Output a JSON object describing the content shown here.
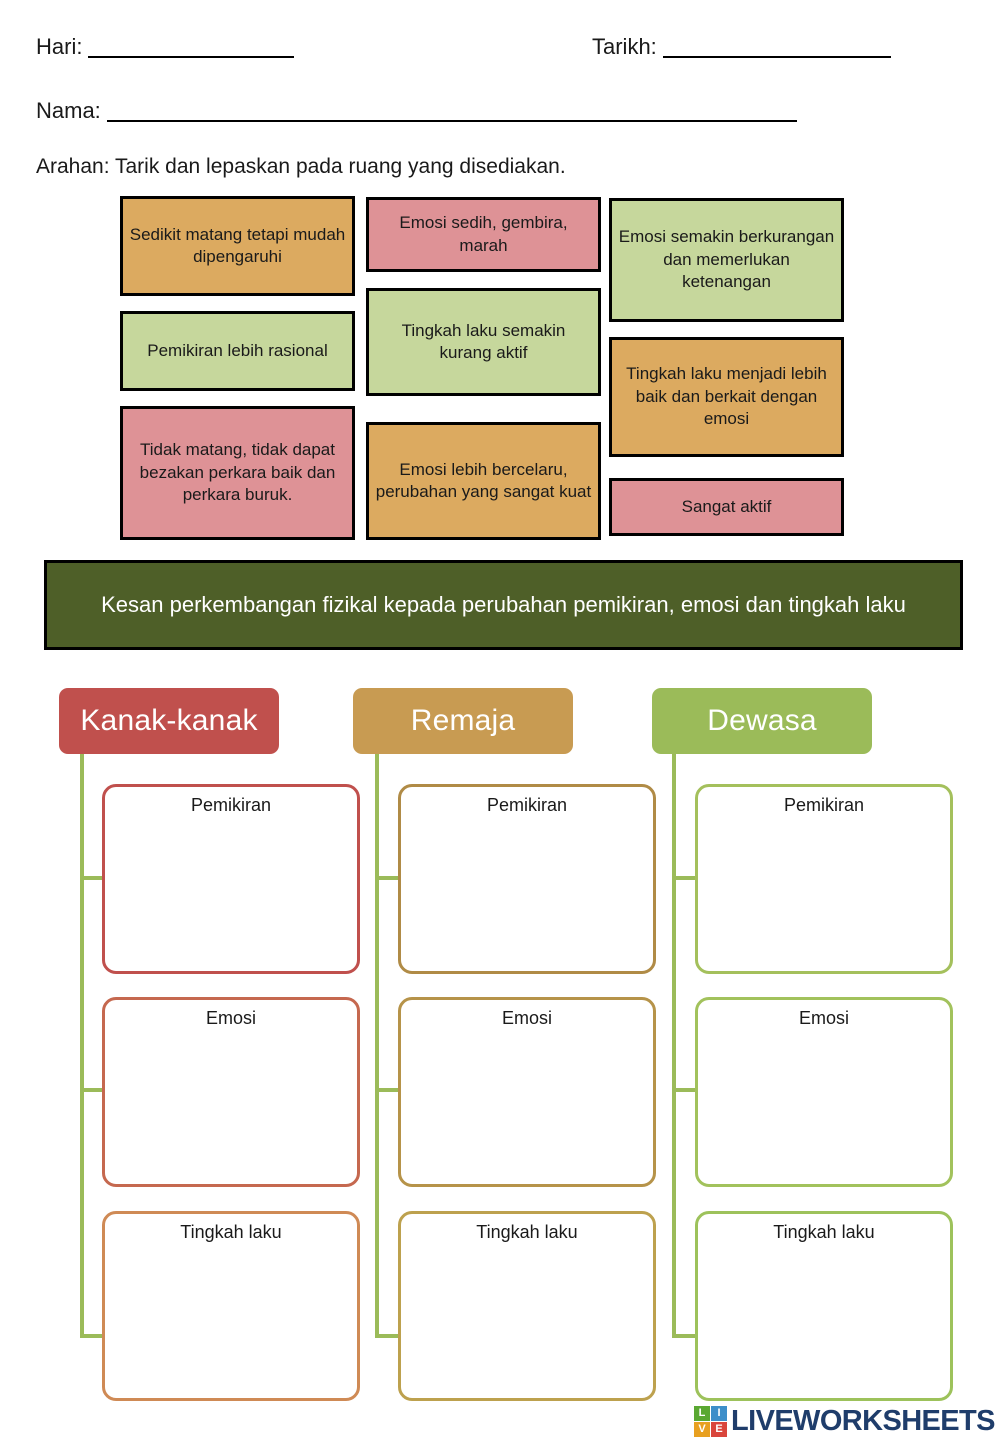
{
  "form": {
    "hari_label": "Hari:",
    "tarikh_label": "Tarikh:",
    "nama_label": "Nama:",
    "hari_value": "",
    "tarikh_value": "",
    "nama_value": "",
    "arahan": "Arahan: Tarik dan lepaskan pada ruang yang disediakan."
  },
  "word_bank": {
    "tiles": [
      {
        "text": "Sedikit matang tetapi mudah dipengaruhi",
        "color": "orange",
        "hex": "#dcaa60"
      },
      {
        "text": "Pemikiran lebih rasional",
        "color": "green",
        "hex": "#c6d79c"
      },
      {
        "text": "Tidak matang, tidak dapat bezakan perkara baik dan perkara buruk.",
        "color": "pink",
        "hex": "#de9296"
      },
      {
        "text": "Emosi sedih, gembira, marah",
        "color": "pink",
        "hex": "#de9296"
      },
      {
        "text": "Tingkah laku semakin kurang aktif",
        "color": "green",
        "hex": "#c6d79c"
      },
      {
        "text": "Emosi lebih bercelaru, perubahan yang sangat kuat",
        "color": "orange",
        "hex": "#dcaa60"
      },
      {
        "text": "Emosi semakin berkurangan dan memerlukan ketenangan",
        "color": "green",
        "hex": "#c6d79c"
      },
      {
        "text": "Tingkah laku menjadi lebih baik dan berkait dengan emosi",
        "color": "orange",
        "hex": "#dcaa60"
      },
      {
        "text": "Sangat aktif",
        "color": "pink",
        "hex": "#de9296"
      }
    ]
  },
  "banner": {
    "title": "Kesan perkembangan fizikal kepada perubahan pemikiran, emosi dan tingkah laku",
    "background": "#4e5f28",
    "text_color": "#ffffff"
  },
  "categories": [
    {
      "label": "Kanak-kanak",
      "color": "#c0504d",
      "dropzones": [
        {
          "label": "Pemikiran",
          "value": ""
        },
        {
          "label": "Emosi",
          "value": ""
        },
        {
          "label": "Tingkah laku",
          "value": ""
        }
      ]
    },
    {
      "label": "Remaja",
      "color": "#c89b52",
      "dropzones": [
        {
          "label": "Pemikiran",
          "value": ""
        },
        {
          "label": "Emosi",
          "value": ""
        },
        {
          "label": "Tingkah laku",
          "value": ""
        }
      ]
    },
    {
      "label": "Dewasa",
      "color": "#9bbb59",
      "dropzones": [
        {
          "label": "Pemikiran",
          "value": ""
        },
        {
          "label": "Emosi",
          "value": ""
        },
        {
          "label": "Tingkah laku",
          "value": ""
        }
      ]
    }
  ],
  "footer": {
    "logo_cells": [
      "L",
      "I",
      "V",
      "E"
    ],
    "logo_text": "LIVEWORKSHEETS"
  }
}
